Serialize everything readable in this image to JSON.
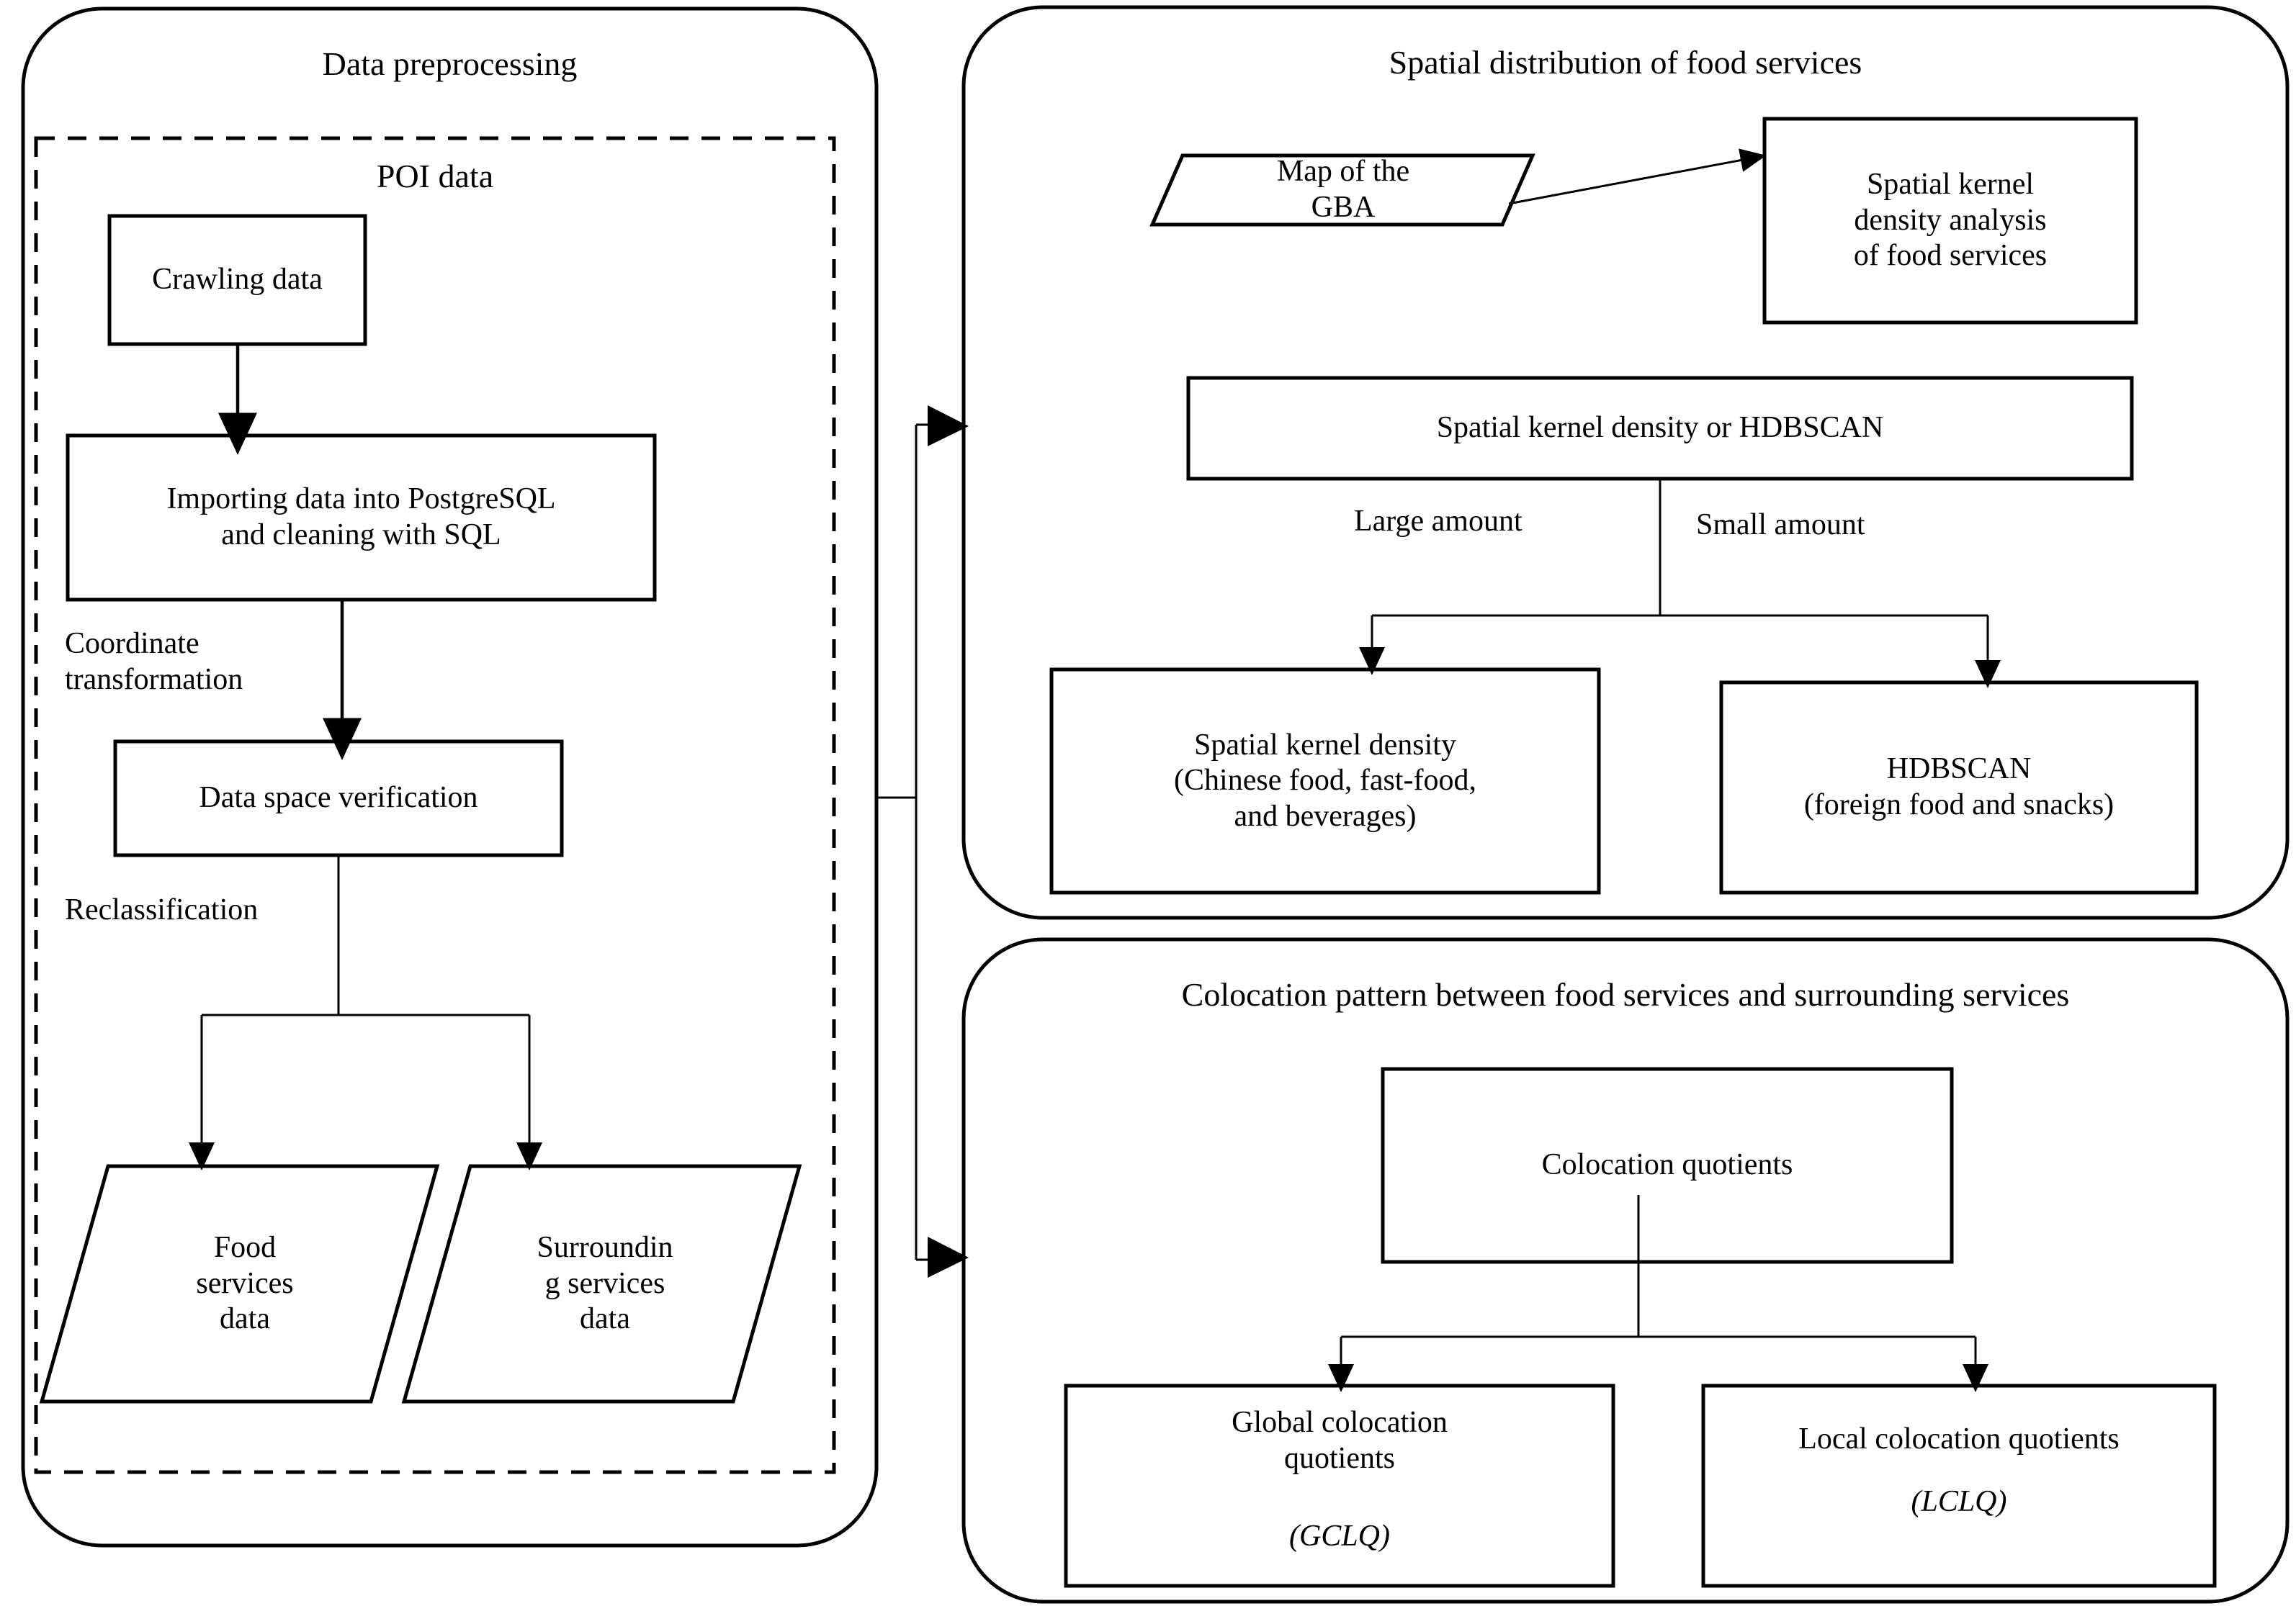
{
  "figure": {
    "type": "flowchart",
    "description": "Research methodology flowchart for spatial analysis of food services in the GBA"
  },
  "panels": {
    "left": {
      "title": "Data preprocessing",
      "inner_group_title": "POI data"
    },
    "top_right": {
      "title": "Spatial distribution of food services"
    },
    "bottom_right": {
      "title": "Colocation pattern between food services and surrounding services"
    }
  },
  "nodes": {
    "crawling_data": "Crawling data",
    "importing_data": "Importing data into PostgreSQL\nand cleaning with SQL",
    "data_space_verification": "Data space verification",
    "food_services_data": "Food\nservices\ndata",
    "surrounding_services_data": "Surroundin\ng services\ndata",
    "map_of_gba": "Map of the\nGBA",
    "skd_analysis": "Spatial kernel\ndensity analysis\nof food services",
    "skd_or_hdbscan": "Spatial kernel density or HDBSCAN",
    "spatial_kernel_density": "Spatial kernel density\n(Chinese food, fast-food,\nand beverages)",
    "hdbscan": "HDBSCAN\n(foreign food and snacks)",
    "colocation_quotients": "Colocation quotients",
    "gclq_main": "Global colocation\nquotients",
    "gclq_abbr": "(GCLQ)",
    "lclq_main": "Local colocation quotients",
    "lclq_abbr": "(LCLQ)"
  },
  "edge_labels": {
    "coordinate_transformation": "Coordinate\ntransformation",
    "reclassification": "Reclassification",
    "large_amount": "Large amount",
    "small_amount": "Small amount"
  },
  "colors": {
    "stroke": "#000000",
    "background": "#ffffff"
  }
}
